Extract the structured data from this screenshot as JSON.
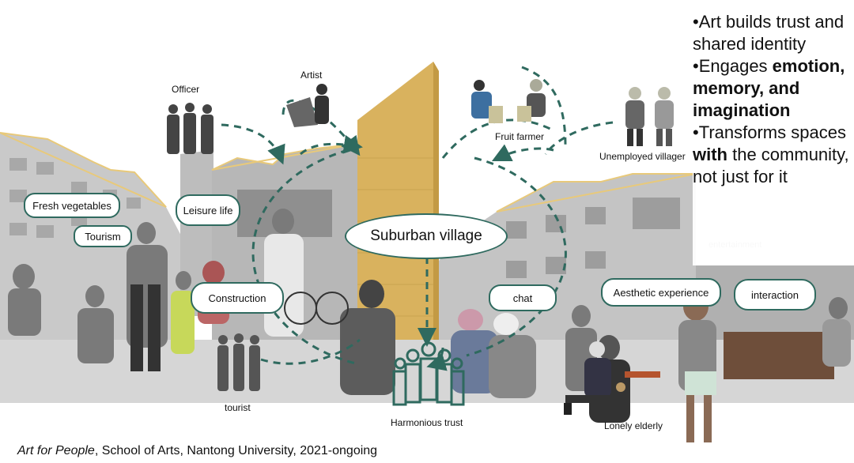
{
  "colors": {
    "accent": "#2f6a5f",
    "wall": "#d9b25e",
    "building_outline": "#e8c97a"
  },
  "center_label": "Suburban village",
  "stakeholders": {
    "officer": "Officer",
    "artist": "Artist",
    "fruit_farmer": "Fruit farmer",
    "unemployed_villager": "Unemployed villager",
    "tourist": "tourist",
    "harmonious_trust": "Harmonious trust",
    "lonely_elderly": "Lonely elderly"
  },
  "bubbles": {
    "fresh_vegetables": "Fresh vegetables",
    "tourism": "Tourism",
    "leisure_life": "Leisure life",
    "construction": "Construction",
    "chat": "chat",
    "aesthetic_experience": "Aesthetic experience",
    "interaction": "interaction",
    "entertainment": "entertainment"
  },
  "bullets": {
    "b1": "•Art builds trust and shared identity",
    "b2_prefix": "•Engages ",
    "b2_bold": "emotion, memory, and imagination",
    "b3_prefix": "•Transforms spaces ",
    "b3_bold": "with",
    "b3_suffix": " the community, not just for it"
  },
  "caption": {
    "italic": "Art for People",
    "rest": ", School of Arts, Nantong University, 2021-ongoing"
  },
  "icons": [
    "people-group-icon"
  ]
}
